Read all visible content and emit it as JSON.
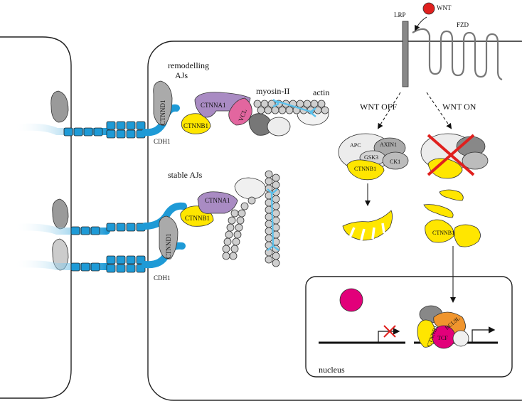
{
  "labels": {
    "wnt": "WNT",
    "lrp": "LRP",
    "fzd": "FZD",
    "remodelling_line1": "remodelling",
    "remodelling_line2": "AJs",
    "myosin": "myosin-II",
    "actin": "actin",
    "ctnna1_top": "CTNNA1",
    "vcl": "VCL",
    "ctnnb1_top": "CTNNB1",
    "ctnnd1_top": "CTNND1",
    "cdh1_top": "CDH1",
    "stable": "stable AJs",
    "ctnna1_bottom": "CTNNA1",
    "ctnnb1_bottom": "CTNNB1",
    "ctnnd1_bottom": "CTNND1",
    "cdh1_bottom": "CDH1",
    "wnt_off": "WNT OFF",
    "wnt_on": "WNT ON",
    "apc": "APC",
    "axin1": "AXIN1",
    "gsk3": "GSK3",
    "ck1": "CK1",
    "ctnnb1_complex": "CTNNB1",
    "ctnnb1_free": "CTNNB1",
    "nucleus": "nucleus",
    "ctnnb1_nuc": "CTNNB1",
    "bcl9l": "BCL9L",
    "tcf": "TCF"
  },
  "colors": {
    "cadherin_blue": "#1e9ad6",
    "ctnnb1_yellow": "#ffe600",
    "ctnna1_purple": "#a98bc3",
    "vcl_pink": "#e2669f",
    "actin_blue": "#5bc0eb",
    "wnt_red": "#e0201e",
    "magenta": "#e2007a",
    "bcl9l_orange": "#f0952d",
    "grey": "#bdbdbd",
    "dark_grey": "#7a7a7a"
  }
}
